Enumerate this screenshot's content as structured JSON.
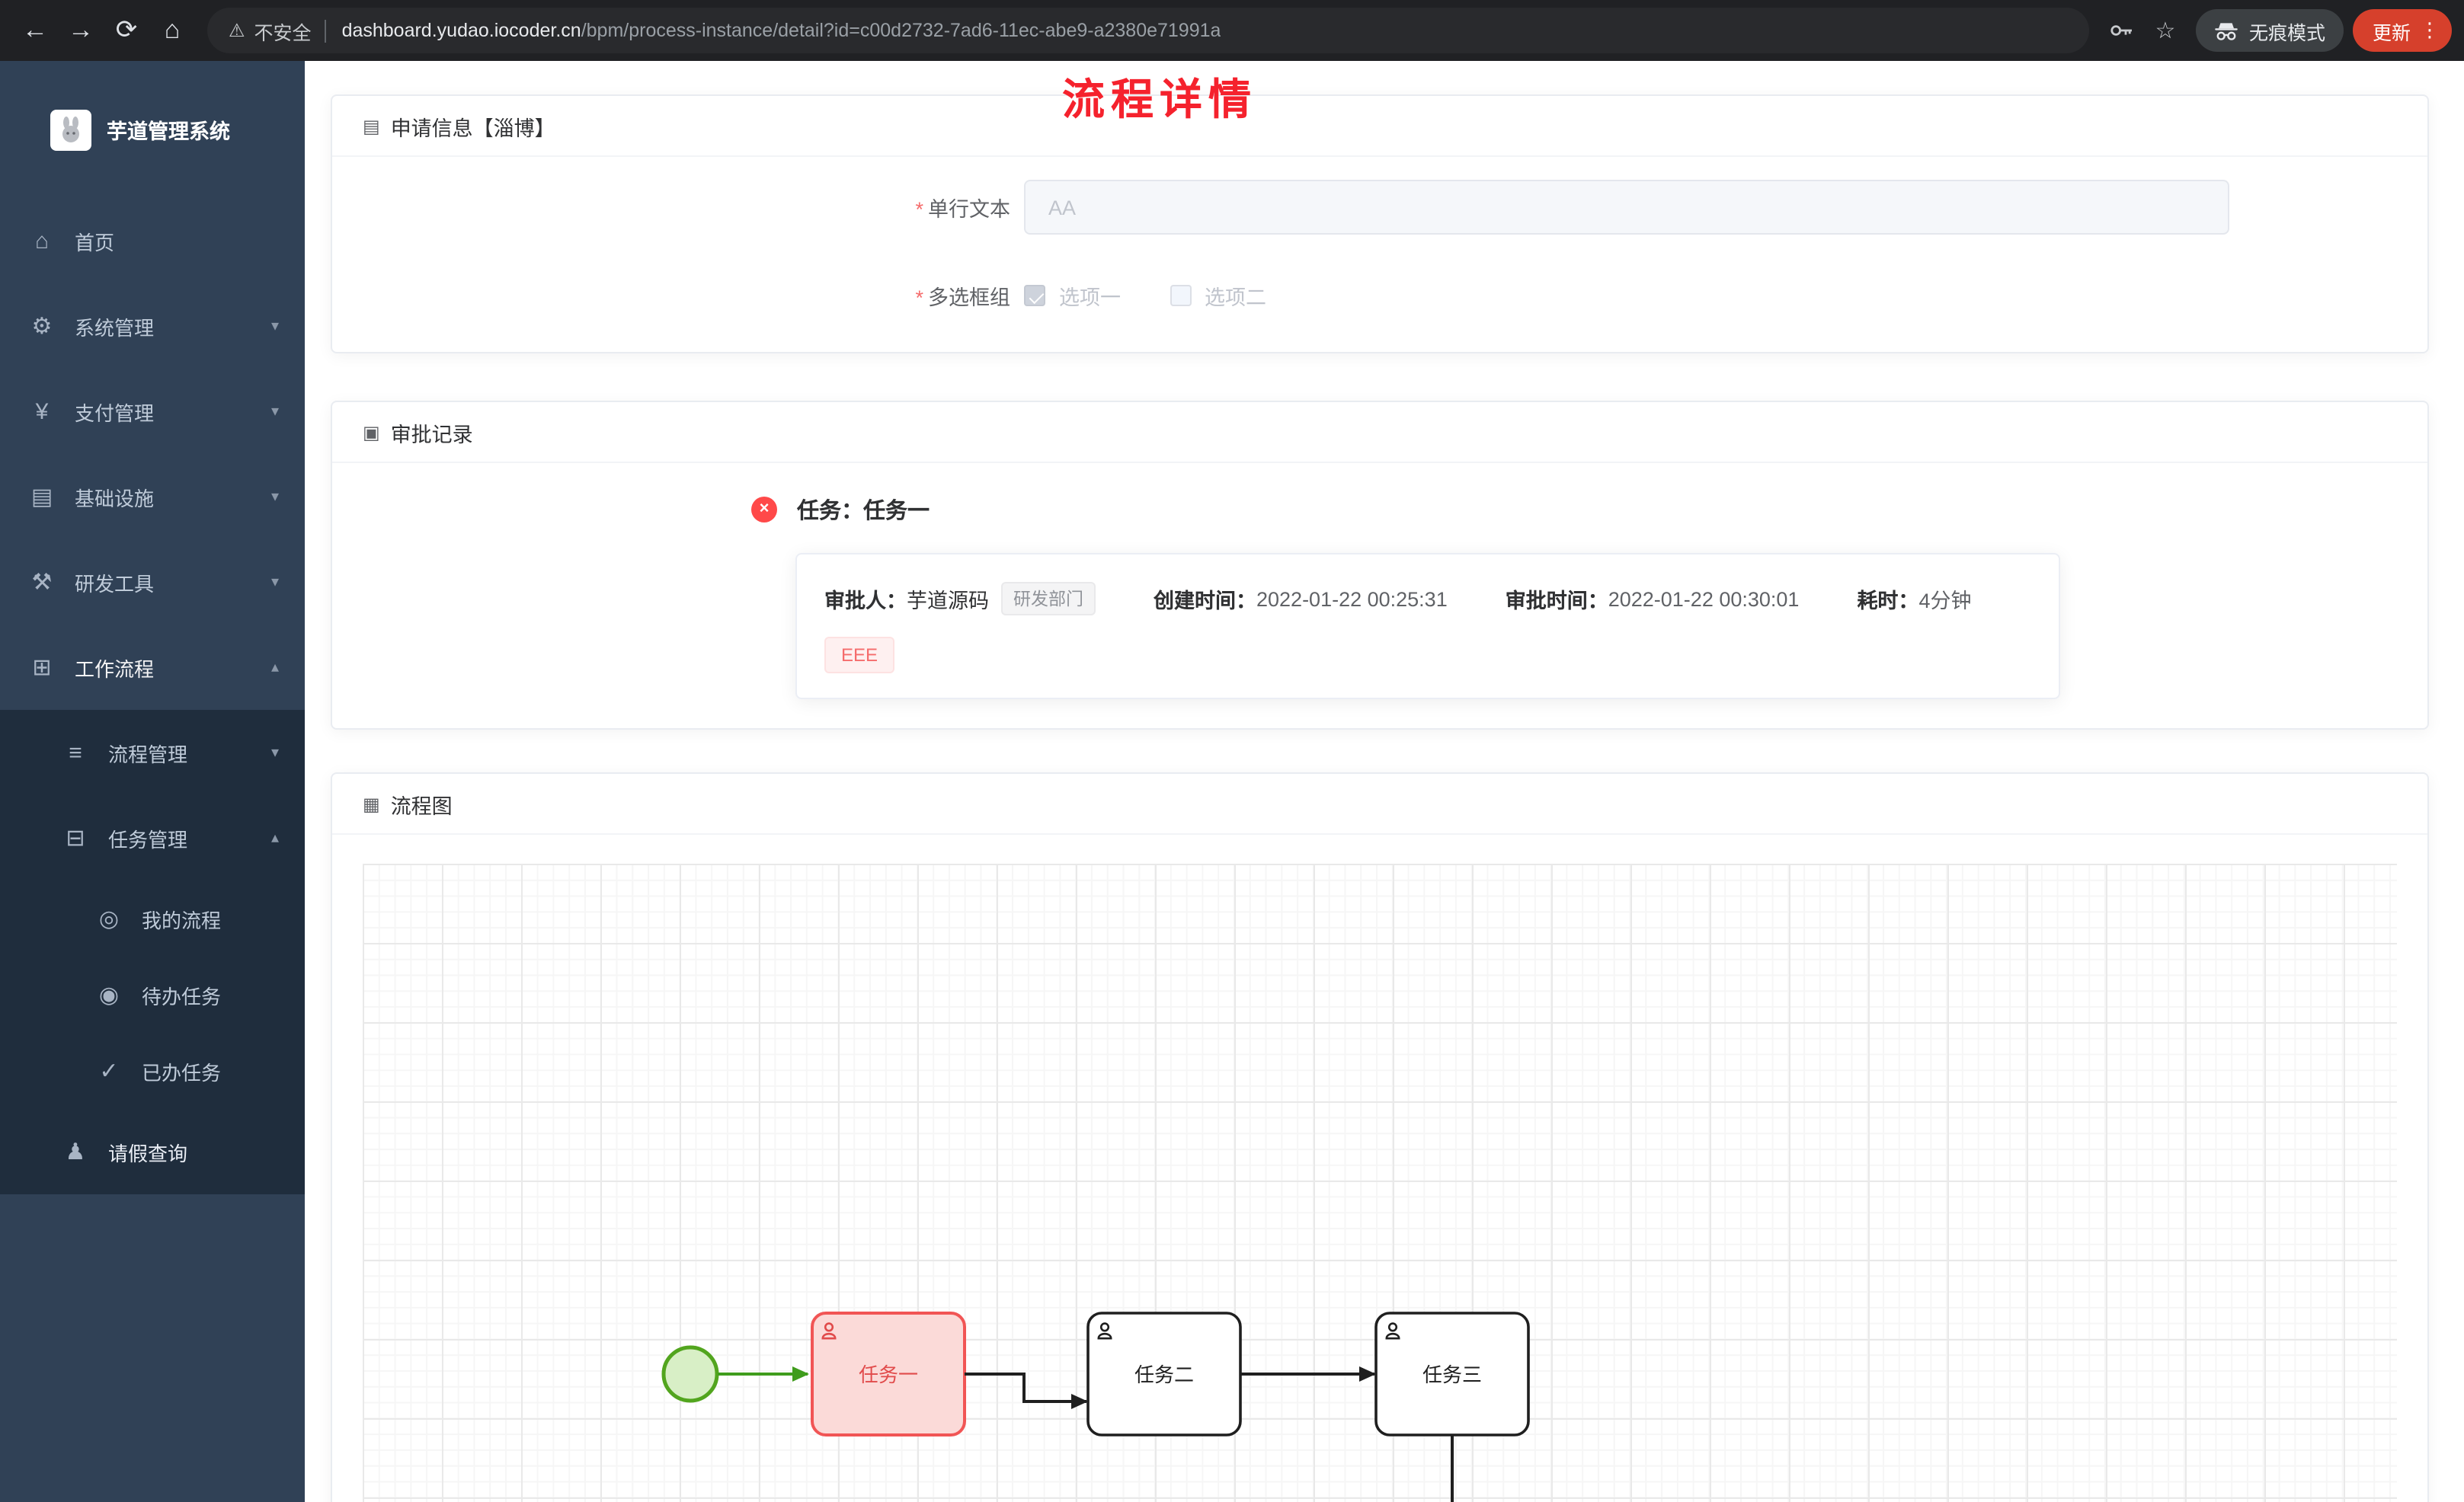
{
  "browser": {
    "security_label": "不安全",
    "url_domain": "dashboard.yudao.iocoder.cn",
    "url_path": "/bpm/process-instance/detail?id=c00d2732-7ad6-11ec-abe9-a2380e71991a",
    "incognito_label": "无痕模式",
    "update_label": "更新"
  },
  "icons": {
    "back": "←",
    "forward": "→",
    "refresh": "⟳",
    "home": "⌂",
    "warning": "⚠",
    "star": "☆",
    "menu_dots": "⋮",
    "cross": "×",
    "chevron_down": "▾",
    "chevron_up": "▴",
    "card_doc": "▤",
    "card_record": "▣",
    "card_diagram": "▦"
  },
  "sidebar": {
    "app_title": "芋道管理系统",
    "items": [
      {
        "label": "首页",
        "icon": "⌂"
      },
      {
        "label": "系统管理",
        "icon": "⚙"
      },
      {
        "label": "支付管理",
        "icon": "¥"
      },
      {
        "label": "基础设施",
        "icon": "▤"
      },
      {
        "label": "研发工具",
        "icon": "⚒"
      },
      {
        "label": "工作流程",
        "icon": "⊞"
      },
      {
        "label": "流程管理",
        "icon": "≡"
      },
      {
        "label": "任务管理",
        "icon": "⊟"
      },
      {
        "label": "我的流程",
        "icon": "◎"
      },
      {
        "label": "待办任务",
        "icon": "◉"
      },
      {
        "label": "已办任务",
        "icon": "✓"
      },
      {
        "label": "请假查询",
        "icon": "♟"
      }
    ]
  },
  "page": {
    "title": "流程详情"
  },
  "apply_card": {
    "header": "申请信息【淄博】",
    "required_marker": "*",
    "text_field": {
      "label": "单行文本",
      "placeholder": "AA"
    },
    "checkbox_field": {
      "label": "多选框组",
      "options": [
        {
          "label": "选项一",
          "checked": true
        },
        {
          "label": "选项二",
          "checked": false
        }
      ]
    }
  },
  "approval_card": {
    "header": "审批记录",
    "task_title": "任务：任务一",
    "approver_label": "审批人：",
    "approver_name": "芋道源码",
    "approver_dept_tag": "研发部门",
    "created_label": "创建时间：",
    "created_time": "2022-01-22 00:25:31",
    "approved_label": "审批时间：",
    "approved_time": "2022-01-22 00:30:01",
    "duration_label": "耗时：",
    "duration_value": "4分钟",
    "comment_tag": "EEE"
  },
  "diagram_card": {
    "header": "流程图",
    "tasks": [
      "任务一",
      "任务二",
      "任务三"
    ]
  },
  "colors": {
    "page_title_red": "#f5222d",
    "active_task_red": "#f15555",
    "start_event_green": "#52a51e",
    "update_button_red": "#d6402c",
    "danger_tag_red": "#f56c6c"
  }
}
